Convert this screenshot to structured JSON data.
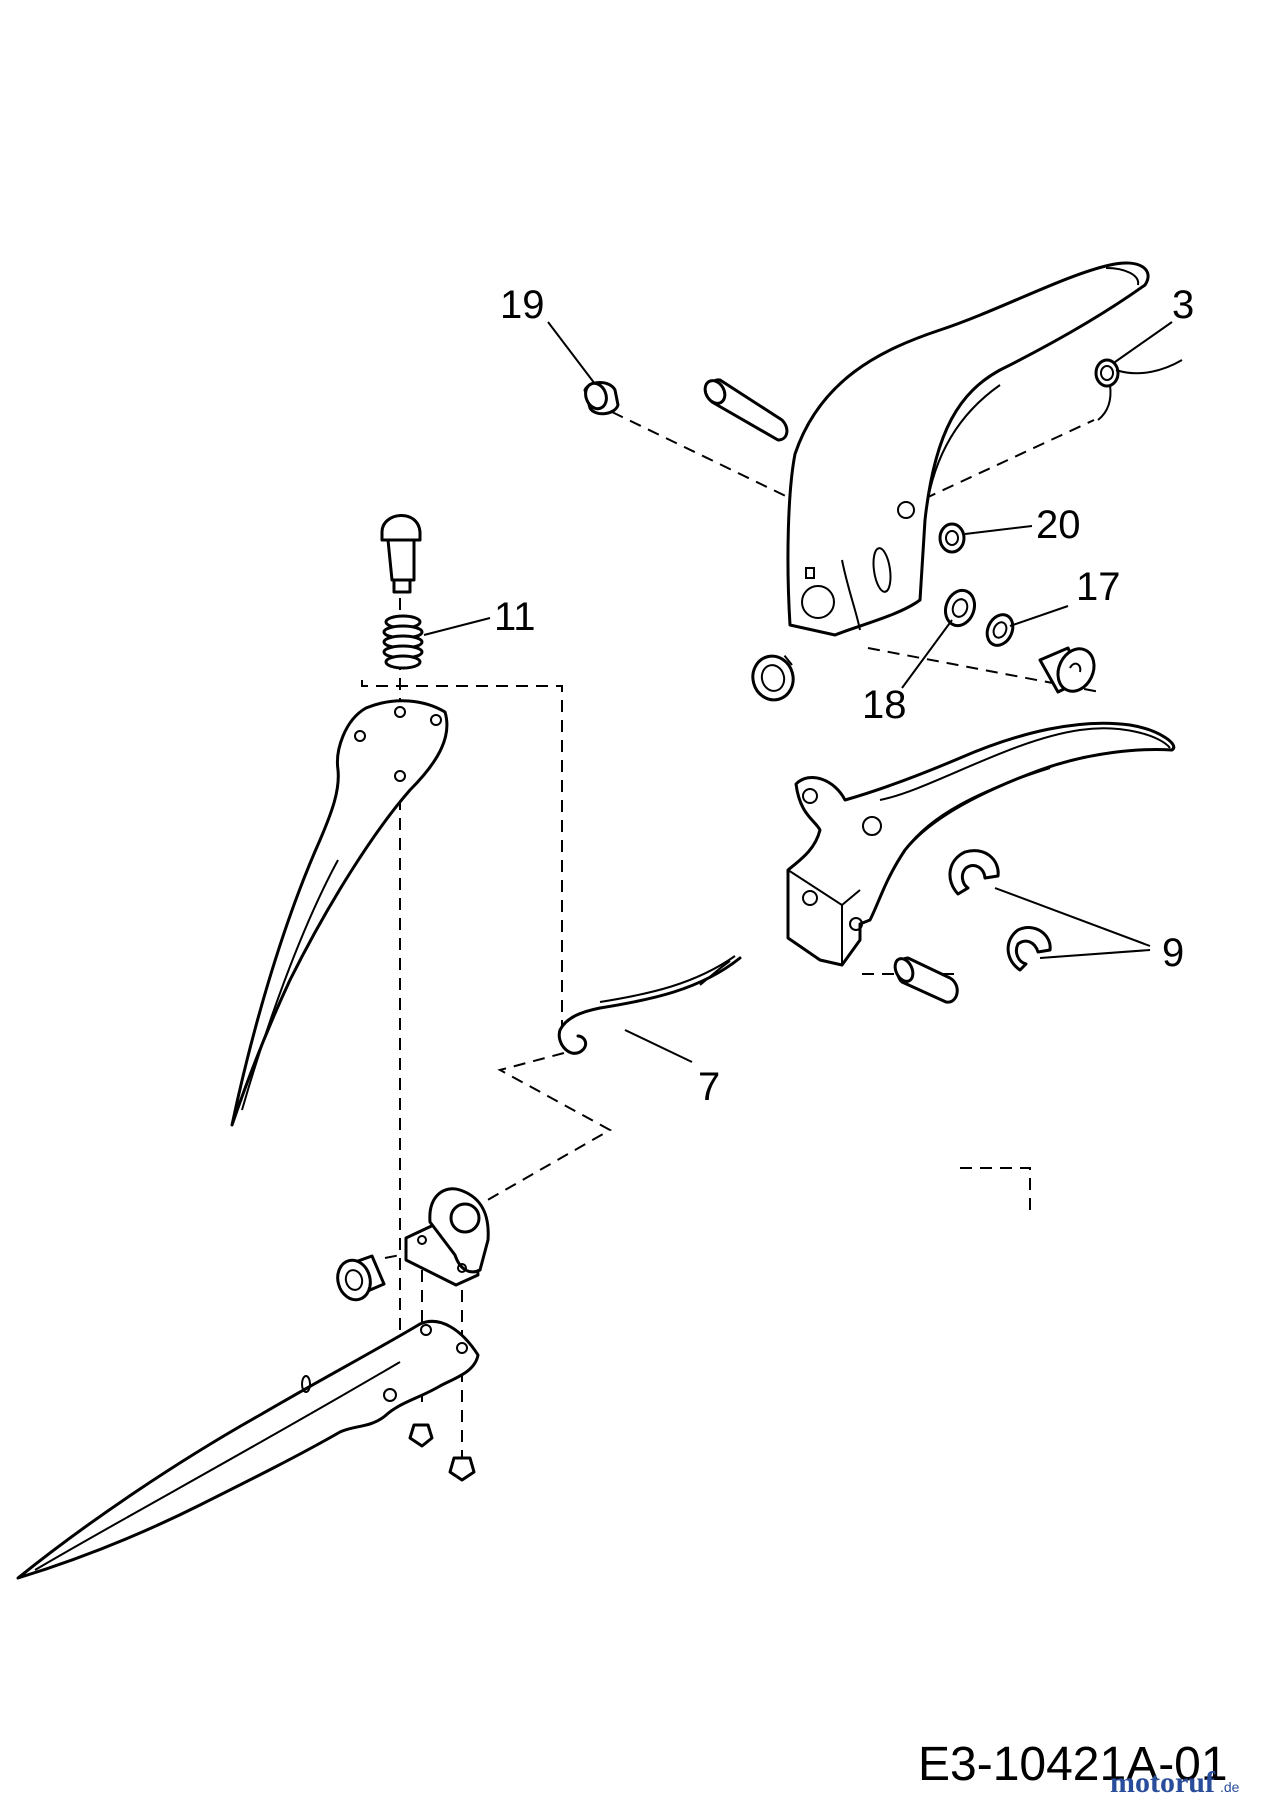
{
  "callouts": {
    "c19": "19",
    "c3": "3",
    "c20": "20",
    "c17": "17",
    "c18": "18",
    "c11": "11",
    "c9": "9",
    "c7": "7"
  },
  "drawing_code": "E3-10421A-01",
  "watermark": {
    "brand": "motoruf",
    "suffix": ".de"
  },
  "colors": {
    "ink": "#000000",
    "background": "#ffffff",
    "watermark_blue": "#2a4d9b",
    "watermark_gold": "#c8a037"
  }
}
